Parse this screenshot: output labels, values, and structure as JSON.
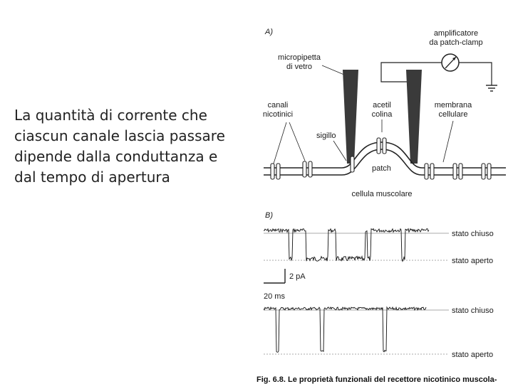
{
  "slide": {
    "text_lines": [
      "La quantità di corrente che",
      "ciascun canale lascia passare",
      "dipende dalla conduttanza e",
      "dal tempo di apertura"
    ]
  },
  "figure": {
    "panel_a": {
      "tag": "A)",
      "amplifier": [
        "amplificatore",
        "da patch-clamp"
      ],
      "micropipette": [
        "micropipetta",
        "di vetro"
      ],
      "channels": [
        "canali",
        "nicotinici"
      ],
      "acetylcholine": [
        "acetil",
        "colina"
      ],
      "membrane": [
        "membrana",
        "cellulare"
      ],
      "seal": "sigillo",
      "patch": "patch",
      "cell": "cellula muscolare"
    },
    "panel_b": {
      "tag": "B)",
      "closed_top": "stato chiuso",
      "open_top": "stato aperto",
      "scale_current": "2 pA",
      "scale_time": "20 ms",
      "closed_bottom": "stato chiuso",
      "open_bottom": "stato aperto"
    },
    "caption": "Fig. 6.8. Le proprietà funzionali del recettore nicotinico muscola-"
  }
}
